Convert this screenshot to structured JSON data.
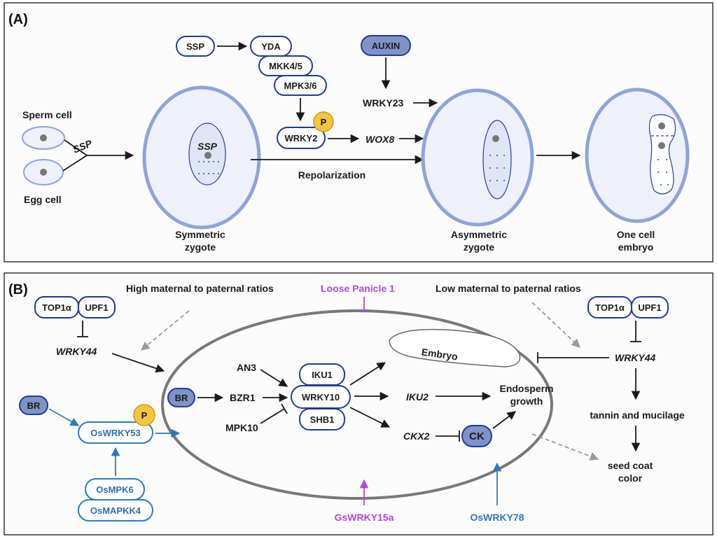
{
  "panel_a": {
    "label": "(A)",
    "sperm_cell": "Sperm cell",
    "egg_cell": "Egg cell",
    "ssp_italic": "SSP",
    "ssp_zygote": "SSP",
    "ssp_node": "SSP",
    "yda": "YDA",
    "mkk45": "MKK4/5",
    "mpk36": "MPK3/6",
    "wrky2": "WRKY2",
    "phospho": "P",
    "wox8": "WOX8",
    "auxin": "AUXIN",
    "wrky23": "WRKY23",
    "repolarization": "Repolarization",
    "symmetric_l1": "Symmetric",
    "symmetric_l2": "zygote",
    "asymmetric_l1": "Asymmetric",
    "asymmetric_l2": "zygote",
    "onecell_l1": "One cell",
    "onecell_l2": "embryo"
  },
  "panel_b": {
    "label": "(B)",
    "high_ratio": "High maternal to paternal ratios",
    "low_ratio": "Low maternal to paternal ratios",
    "loose_panicle": "Loose Panicle 1",
    "top1a_left": "TOP1α",
    "upf1_left": "UPF1",
    "top1a_right": "TOP1α",
    "upf1_right": "UPF1",
    "wrky44_left": "WRKY44",
    "wrky44_right": "WRKY44",
    "br_outer": "BR",
    "oswrky53": "OsWRKY53",
    "phospho": "P",
    "osmpk6": "OsMPK6",
    "osmapkk4": "OsMAPKK4",
    "br_inner": "BR",
    "an3": "AN3",
    "bzr1": "BZR1",
    "mpk10": "MPK10",
    "iku1": "IKU1",
    "wrky10": "WRKY10",
    "shb1": "SHB1",
    "embryo": "Embryo",
    "iku2": "IKU2",
    "ckx2": "CKX2",
    "ck": "CK",
    "endosperm_l1": "Endosperm",
    "endosperm_l2": "growth",
    "tannin": "tannin and mucilage",
    "seedcoat_l1": "seed coat",
    "seedcoat_l2": "color",
    "gswrky15a": "GsWRKY15a",
    "oswrky78": "OsWRKY78"
  },
  "colors": {
    "node_border": "#1f3a93",
    "node_fill": "#7f93c8",
    "cell_membrane": "#8fa3d6",
    "blue_pathway": "#2f78b8",
    "purple_pathway": "#b04ad8",
    "phospho": "#f5c542",
    "dashed": "#999999",
    "seed_outline": "#777777"
  }
}
